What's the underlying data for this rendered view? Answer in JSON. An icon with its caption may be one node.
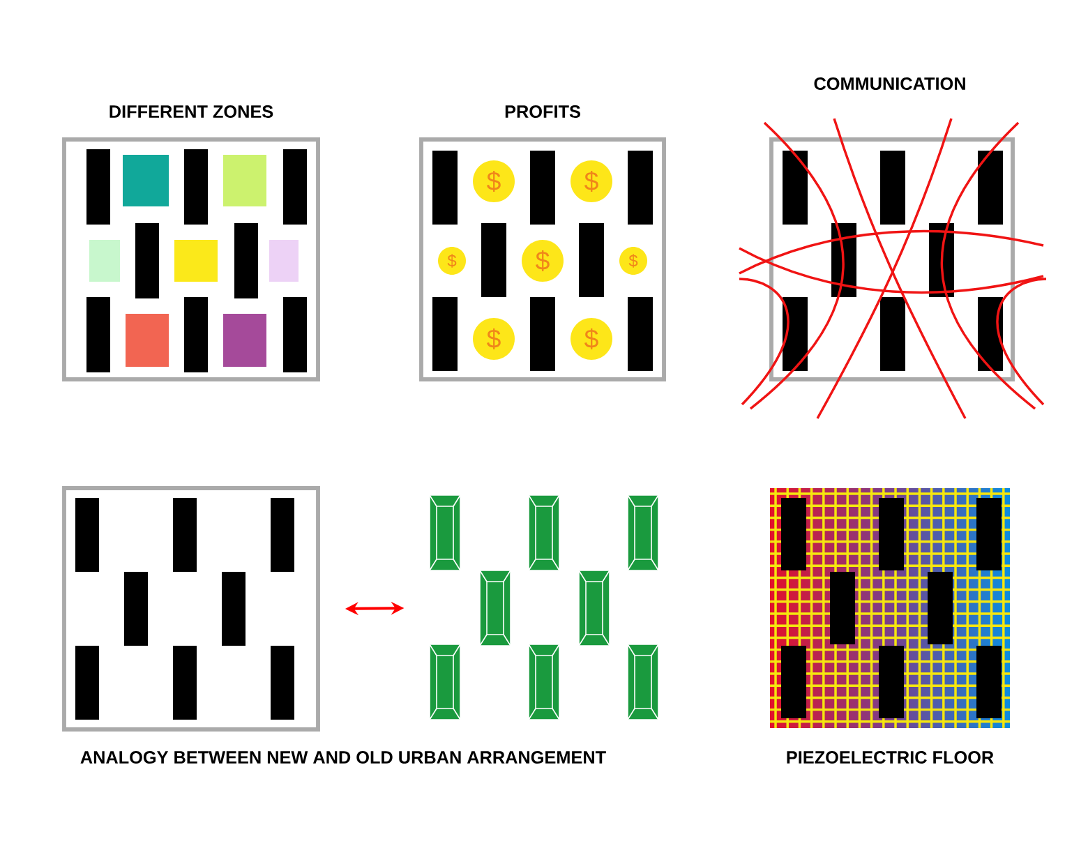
{
  "diagram": {
    "nodes": [
      {
        "text": [
          "DIFFERENT ZONES"
        ]
      },
      {
        "text": [
          "PROFITS"
        ]
      },
      {
        "text": [
          "$"
        ],
        "in": 1
      },
      {
        "text": [
          "$"
        ],
        "in": 1
      },
      {
        "text": [
          "$"
        ],
        "in": 1
      },
      {
        "text": [
          "$"
        ],
        "in": 1
      },
      {
        "text": [
          "$"
        ],
        "in": 1
      },
      {
        "text": [
          "$"
        ],
        "in": 1
      },
      {
        "text": [
          "$"
        ],
        "in": 1
      },
      {
        "text": [
          "COMMUNICATION"
        ]
      },
      {
        "text": [],
        "shape": "box"
      },
      {
        "text": [],
        "shape": "picture"
      },
      {
        "text": [
          "PIEZOELECTRIC FLOOR"
        ]
      }
    ],
    "edges": [
      {
        "from": 10,
        "to": 11,
        "arrow": "both",
        "color": "#ff0000"
      }
    ],
    "labels": [
      "ANALOGY BETWEEN NEW AND OLD URBAN ARRANGEMENT"
    ]
  }
}
